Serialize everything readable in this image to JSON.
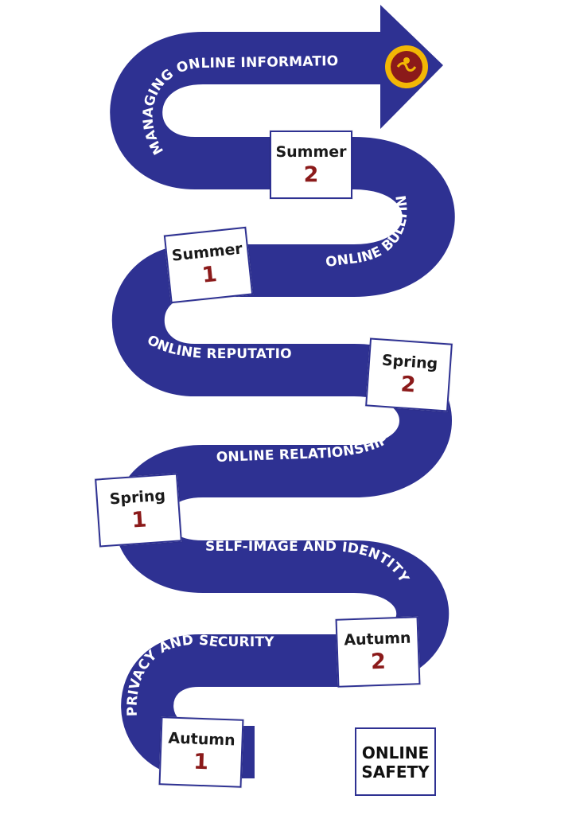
{
  "colors": {
    "road": "#2e3192",
    "road_text": "#ffffff",
    "card_border": "#2e3192",
    "number": "#8b1a1a",
    "logo_red": "#8b1a1a",
    "logo_gold": "#f2b705"
  },
  "start": {
    "line1": "ONLINE",
    "line2": "SAFETY",
    "arrow_icon": "left-arrow-icon"
  },
  "terms": [
    {
      "season": "Autumn",
      "number": "1"
    },
    {
      "season": "Autumn",
      "number": "2"
    },
    {
      "season": "Spring",
      "number": "1"
    },
    {
      "season": "Spring",
      "number": "2"
    },
    {
      "season": "Summer",
      "number": "1"
    },
    {
      "season": "Summer",
      "number": "2"
    }
  ],
  "topics": [
    "PRIVACY AND SECURITY",
    "SELF-IMAGE AND IDENTITY",
    "ONLINE RELATIONSHIPS",
    "ONLINE REPUTATION",
    "ONLINE BULLYING",
    "MANAGING ONLINE INFORMATION"
  ],
  "logo": {
    "icon": "school-crest-icon"
  }
}
